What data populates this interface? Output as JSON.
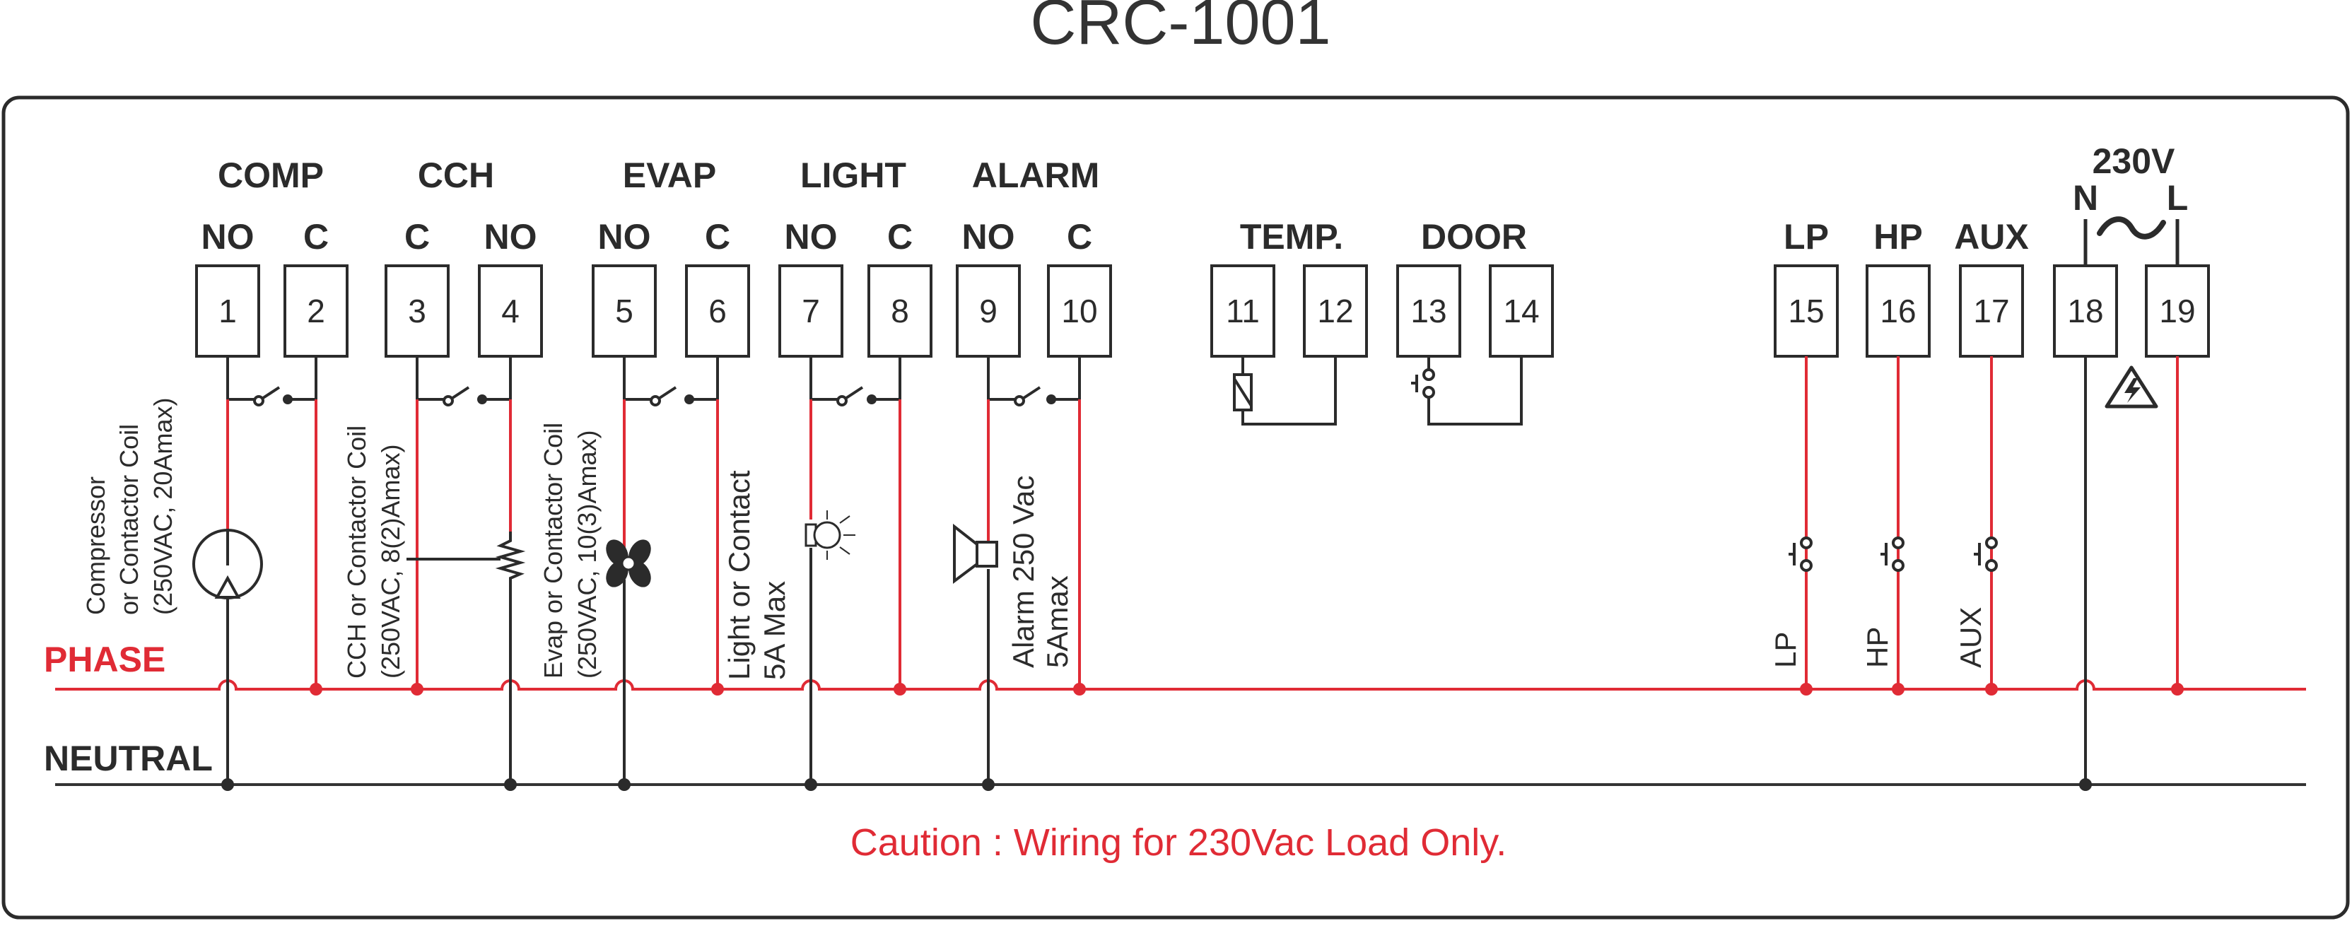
{
  "title": "CRC-1001",
  "groups": [
    {
      "id": "comp",
      "label": "COMP"
    },
    {
      "id": "cch",
      "label": "CCH"
    },
    {
      "id": "evap",
      "label": "EVAP"
    },
    {
      "id": "light",
      "label": "LIGHT"
    },
    {
      "id": "alarm",
      "label": "ALARM"
    },
    {
      "id": "v230",
      "label": "230V"
    }
  ],
  "sub_labels": [
    "NO",
    "C",
    "C",
    "NO",
    "NO",
    "C",
    "NO",
    "C",
    "NO",
    "C",
    "TEMP.",
    "DOOR",
    "LP",
    "HP",
    "AUX",
    "N",
    "L"
  ],
  "terminals": [
    "1",
    "2",
    "3",
    "4",
    "5",
    "6",
    "7",
    "8",
    "9",
    "10",
    "11",
    "12",
    "13",
    "14",
    "15",
    "16",
    "17",
    "18",
    "19"
  ],
  "rails": {
    "phase": "PHASE",
    "neutral": "NEUTRAL"
  },
  "load_labels": {
    "comp": [
      "Compressor",
      "or Contactor Coil",
      "(250VAC, 20Amax)"
    ],
    "cch": [
      "CCH or Contactor Coil",
      "(250VAC, 8(2)Amax)"
    ],
    "evap": [
      "Evap or Contactor Coil",
      "(250VAC, 10(3)Amax)"
    ],
    "light": [
      "Light or Contact",
      "5A Max"
    ],
    "alarm": [
      "Alarm 250 Vac",
      "5Amax"
    ]
  },
  "switch_labels": [
    "LP",
    "HP",
    "AUX"
  ],
  "caution": "Caution : Wiring for 230Vac Load Only.",
  "colors": {
    "phase": "#e02b35",
    "neutral": "#333333",
    "text": "#2b2b2b",
    "frame": "#2b2b2b"
  }
}
